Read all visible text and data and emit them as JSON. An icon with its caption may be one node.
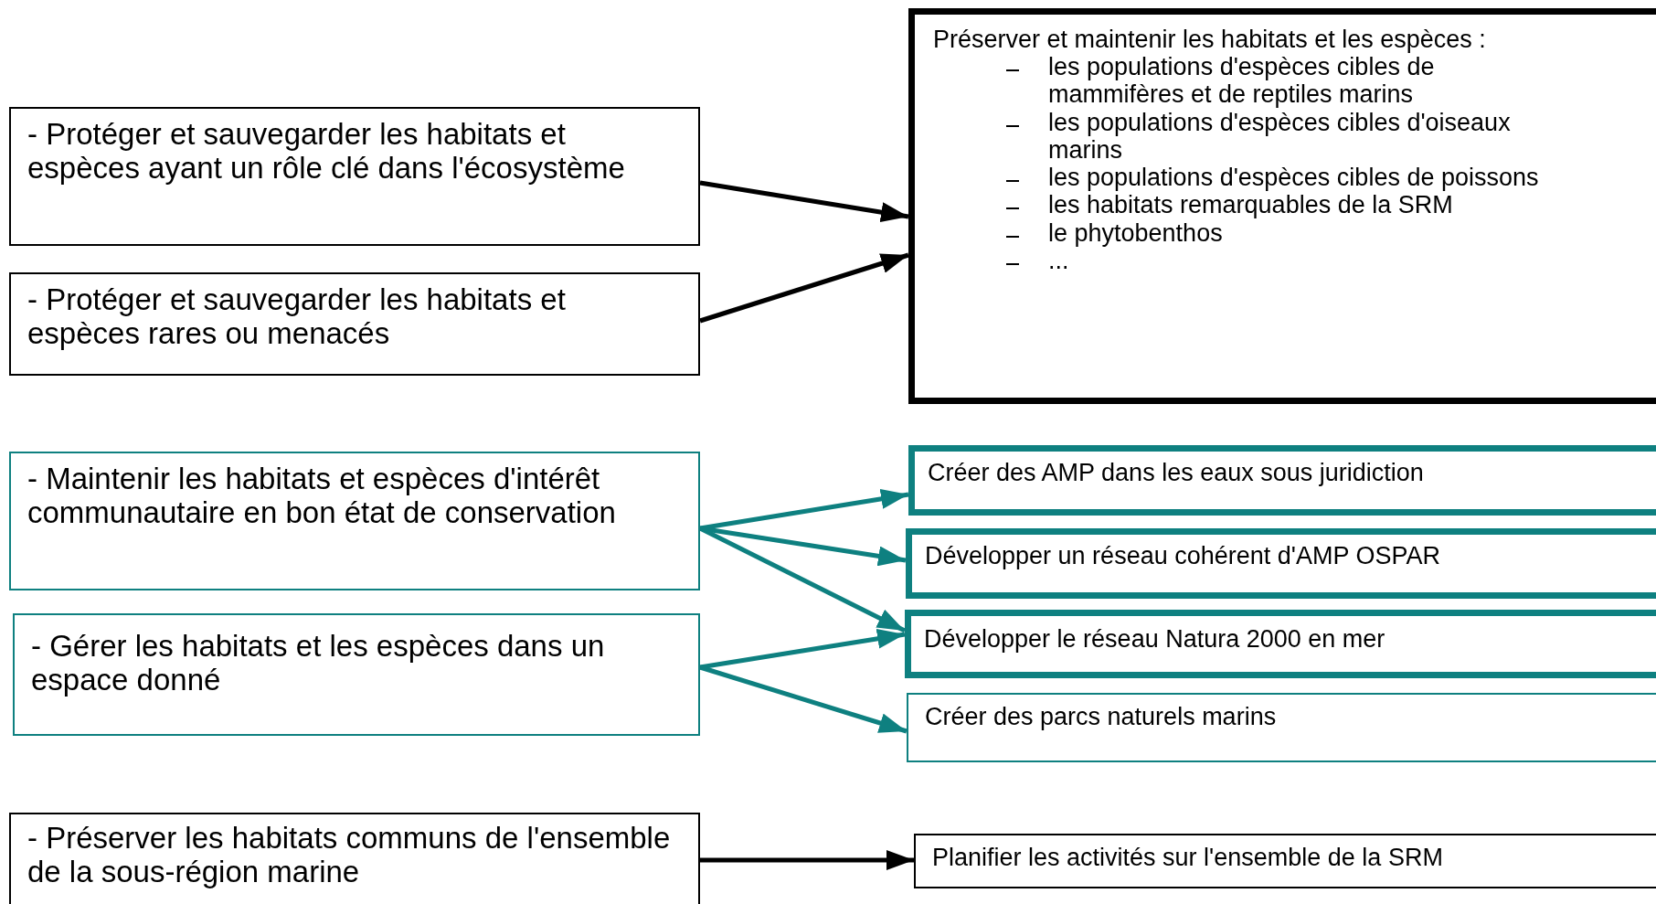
{
  "diagram": {
    "nodes": [
      {
        "text": [
          "- Protéger et sauvegarder les habitats et espèces ayant un rôle clé dans l'écosystème"
        ]
      },
      {
        "text": [
          "- Protéger et sauvegarder les habitats et espèces rares ou menacés"
        ]
      },
      {
        "text": [
          "Préserver et maintenir les habitats et les espèces :",
          "les populations d'espèces cibles de mammifères et de reptiles marins",
          "les populations d'espèces cibles d'oiseaux marins",
          "les populations d'espèces cibles de poissons",
          "les habitats remarquables de la SRM",
          "le phytobenthos",
          "..."
        ]
      },
      {
        "text": [
          "- Maintenir les habitats et espèces d'intérêt communautaire en bon état de conservation"
        ]
      },
      {
        "text": [
          "- Gérer les habitats et les espèces dans un espace donné"
        ]
      },
      {
        "text": [
          "Créer des AMP dans les eaux sous juridiction"
        ]
      },
      {
        "text": [
          "Développer un réseau cohérent d'AMP OSPAR"
        ]
      },
      {
        "text": [
          "Développer le réseau Natura 2000 en mer"
        ]
      },
      {
        "text": [
          "Créer des parcs naturels marins"
        ]
      },
      {
        "text": [
          "- Préserver les habitats communs de l'ensemble de la sous-région marine"
        ]
      },
      {
        "text": [
          "Planifier les activités sur l'ensemble de la SRM"
        ]
      }
    ],
    "edges": [
      {
        "from": 0,
        "to": 2,
        "arrow": "to",
        "color": "#000000"
      },
      {
        "from": 1,
        "to": 2,
        "arrow": "to",
        "color": "#000000"
      },
      {
        "from": 3,
        "to": 5,
        "arrow": "to"
      },
      {
        "from": 3,
        "to": 6,
        "arrow": "to"
      },
      {
        "from": 3,
        "to": 7,
        "arrow": "to"
      },
      {
        "from": 4,
        "to": 7,
        "arrow": "to"
      },
      {
        "from": 4,
        "to": 8,
        "arrow": "to"
      },
      {
        "from": 9,
        "to": 10,
        "arrow": "to",
        "color": "#000000"
      }
    ]
  }
}
